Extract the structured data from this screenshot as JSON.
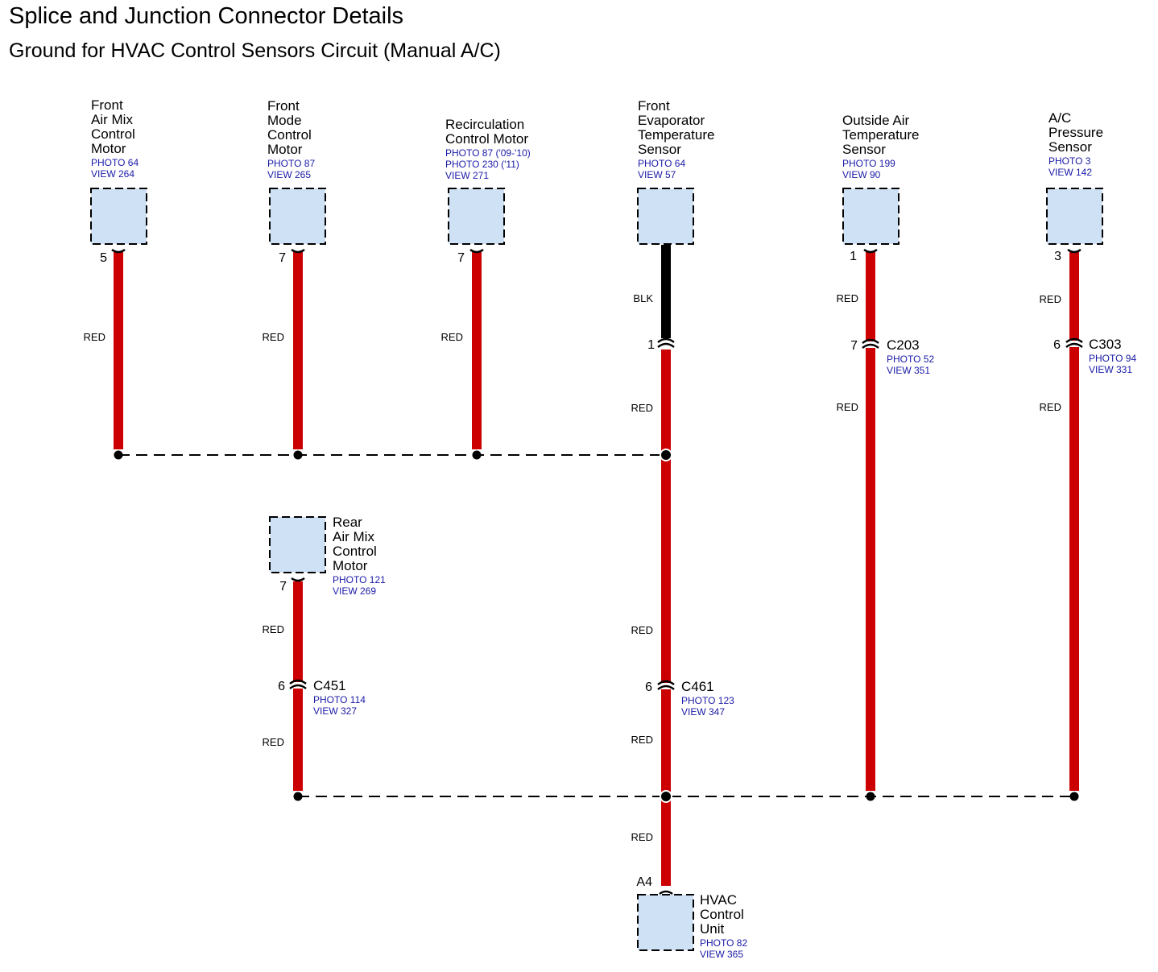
{
  "title": "Splice and Junction Connector Details",
  "subtitle": "Ground for HVAC Control Sensors Circuit (Manual A/C)",
  "colors": {
    "wire_red": "#cc0000",
    "wire_black": "#000000",
    "component_fill": "#cfe2f5",
    "ref_text": "#1a1aa8",
    "ground_line": "#000000"
  },
  "components": [
    {
      "id": "front-air-mix",
      "lines": [
        "Front",
        "Air Mix",
        "Control",
        "Motor"
      ],
      "refs": [
        "PHOTO 64",
        "VIEW 264"
      ],
      "pin": "5"
    },
    {
      "id": "front-mode",
      "lines": [
        "Front",
        "Mode",
        "Control",
        "Motor"
      ],
      "refs": [
        "PHOTO 87",
        "VIEW 265"
      ],
      "pin": "7"
    },
    {
      "id": "recirculation",
      "lines": [
        "Recirculation",
        "Control Motor"
      ],
      "refs": [
        "PHOTO 87 ('09-'10)",
        "PHOTO 230 ('11)",
        "VIEW 271"
      ],
      "pin": "7"
    },
    {
      "id": "front-evaporator",
      "lines": [
        "Front",
        "Evaporator",
        "Temperature",
        "Sensor"
      ],
      "refs": [
        "PHOTO 64",
        "VIEW 57"
      ],
      "pin": ""
    },
    {
      "id": "outside-air",
      "lines": [
        "Outside Air",
        "Temperature",
        "Sensor"
      ],
      "refs": [
        "PHOTO 199",
        "VIEW 90"
      ],
      "pin": "1"
    },
    {
      "id": "ac-pressure",
      "lines": [
        "A/C",
        "Pressure",
        "Sensor"
      ],
      "refs": [
        "PHOTO 3",
        "VIEW 142"
      ],
      "pin": "3"
    },
    {
      "id": "rear-air-mix",
      "lines": [
        "Rear",
        "Air Mix",
        "Control",
        "Motor"
      ],
      "refs": [
        "PHOTO 121",
        "VIEW 269"
      ],
      "pin": "7"
    },
    {
      "id": "hvac-control-unit",
      "lines": [
        "HVAC",
        "Control",
        "Unit"
      ],
      "refs": [
        "PHOTO 82",
        "VIEW 365"
      ],
      "pin": "A4"
    }
  ],
  "connectors": [
    {
      "id": "evap-inline",
      "name": "",
      "pin": "1",
      "refs": []
    },
    {
      "id": "C203",
      "name": "C203",
      "pin": "7",
      "refs": [
        "PHOTO 52",
        "VIEW 351"
      ]
    },
    {
      "id": "C303",
      "name": "C303",
      "pin": "6",
      "refs": [
        "PHOTO 94",
        "VIEW 331"
      ]
    },
    {
      "id": "C451",
      "name": "C451",
      "pin": "6",
      "refs": [
        "PHOTO 114",
        "VIEW 327"
      ]
    },
    {
      "id": "C461",
      "name": "C461",
      "pin": "6",
      "refs": [
        "PHOTO 123",
        "VIEW 347"
      ]
    }
  ],
  "wire_labels": {
    "red": "RED",
    "black": "BLK"
  }
}
